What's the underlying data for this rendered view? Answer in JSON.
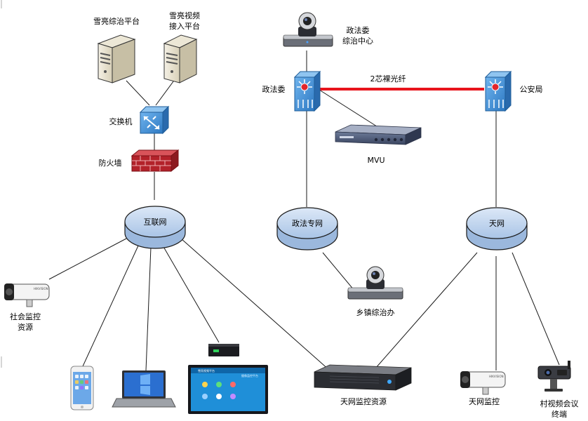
{
  "labels": {
    "platform": "雪亮综治平台",
    "video_access_1": "雪亮视频",
    "video_access_2": "接入平台",
    "switch": "交换机",
    "firewall": "防火墙",
    "internet": "互联网",
    "social_monitor_1": "社会监控",
    "social_monitor_2": "资源",
    "pol_center_1": "政法委",
    "pol_center_2": "综治中心",
    "pol_switch": "政法委",
    "fiber": "2芯裸光纤",
    "police_switch": "公安局",
    "mvu": "MVU",
    "pol_network": "政法专网",
    "town_office": "乡镇综治办",
    "skynet": "天网",
    "skynet_resource": "天网监控资源",
    "skynet_monitor": "天网监控",
    "village_terminal_1": "村视频会议",
    "village_terminal_2": "终端",
    "tv_text_1": "雪亮视频平台",
    "tv_text_2": "摄像监控平台"
  },
  "colors": {
    "fiber": "#e8141c",
    "cloud_fill": "#c9dcf2",
    "cloud_stroke": "#1b1b1b",
    "switch_blue": "#3d8fd6",
    "firewall_red": "#b3222a",
    "tv_screen": "#1f8fd8",
    "laptop_screen": "#2b6fd0"
  }
}
